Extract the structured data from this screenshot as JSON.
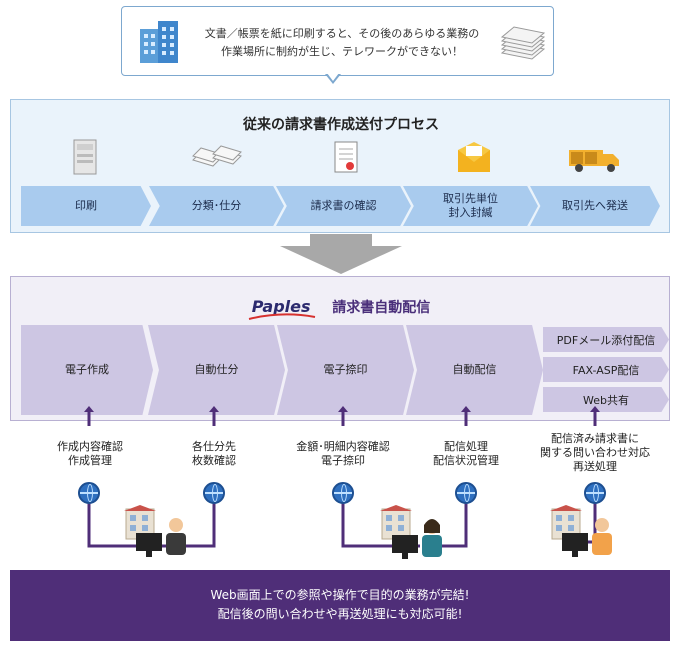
{
  "callout": {
    "line1": "文書／帳票を紙に印刷すると、その後のあらゆる業務の",
    "line2": "作業場所に制約が生じ、テレワークができない！"
  },
  "traditional": {
    "title": "従来の請求書作成送付プロセス",
    "steps": [
      {
        "label": "印刷",
        "icon": "printer-icon"
      },
      {
        "label": "分類･仕分",
        "icon": "paper-stack-icon"
      },
      {
        "label": "請求書の確認",
        "icon": "document-check-icon"
      },
      {
        "label1": "取引先単位",
        "label2": "封入封緘",
        "icon": "envelope-icon"
      },
      {
        "label": "取引先へ発送",
        "icon": "truck-icon"
      }
    ]
  },
  "paples": {
    "logo": "Paples",
    "title": "請求書自動配信",
    "steps": [
      "電子作成",
      "自動仕分",
      "電子捺印",
      "自動配信"
    ],
    "channels": [
      "PDFメール添付配信",
      "FAX-ASP配信",
      "Web共有"
    ]
  },
  "labels": [
    {
      "line1": "作成内容確認",
      "line2": "作成管理"
    },
    {
      "line1": "各仕分先",
      "line2": "枚数確認"
    },
    {
      "line1": "金額･明細内容確認",
      "line2": "電子捺印"
    },
    {
      "line1": "配信処理",
      "line2": "配信状況管理"
    },
    {
      "line1": "配信済み請求書に",
      "line2": "関する問い合わせ対応",
      "line3": "再送処理"
    }
  ],
  "banner": {
    "line1": "Web画面上での参照や操作で目的の業務が完結!",
    "line2": "配信後の問い合わせや再送処理にも対応可能!"
  },
  "colors": {
    "accent_blue": "#a9cbee",
    "accent_purple": "#cdc6e3",
    "banner": "#4f2e78",
    "arrow": "#4f2e78"
  }
}
